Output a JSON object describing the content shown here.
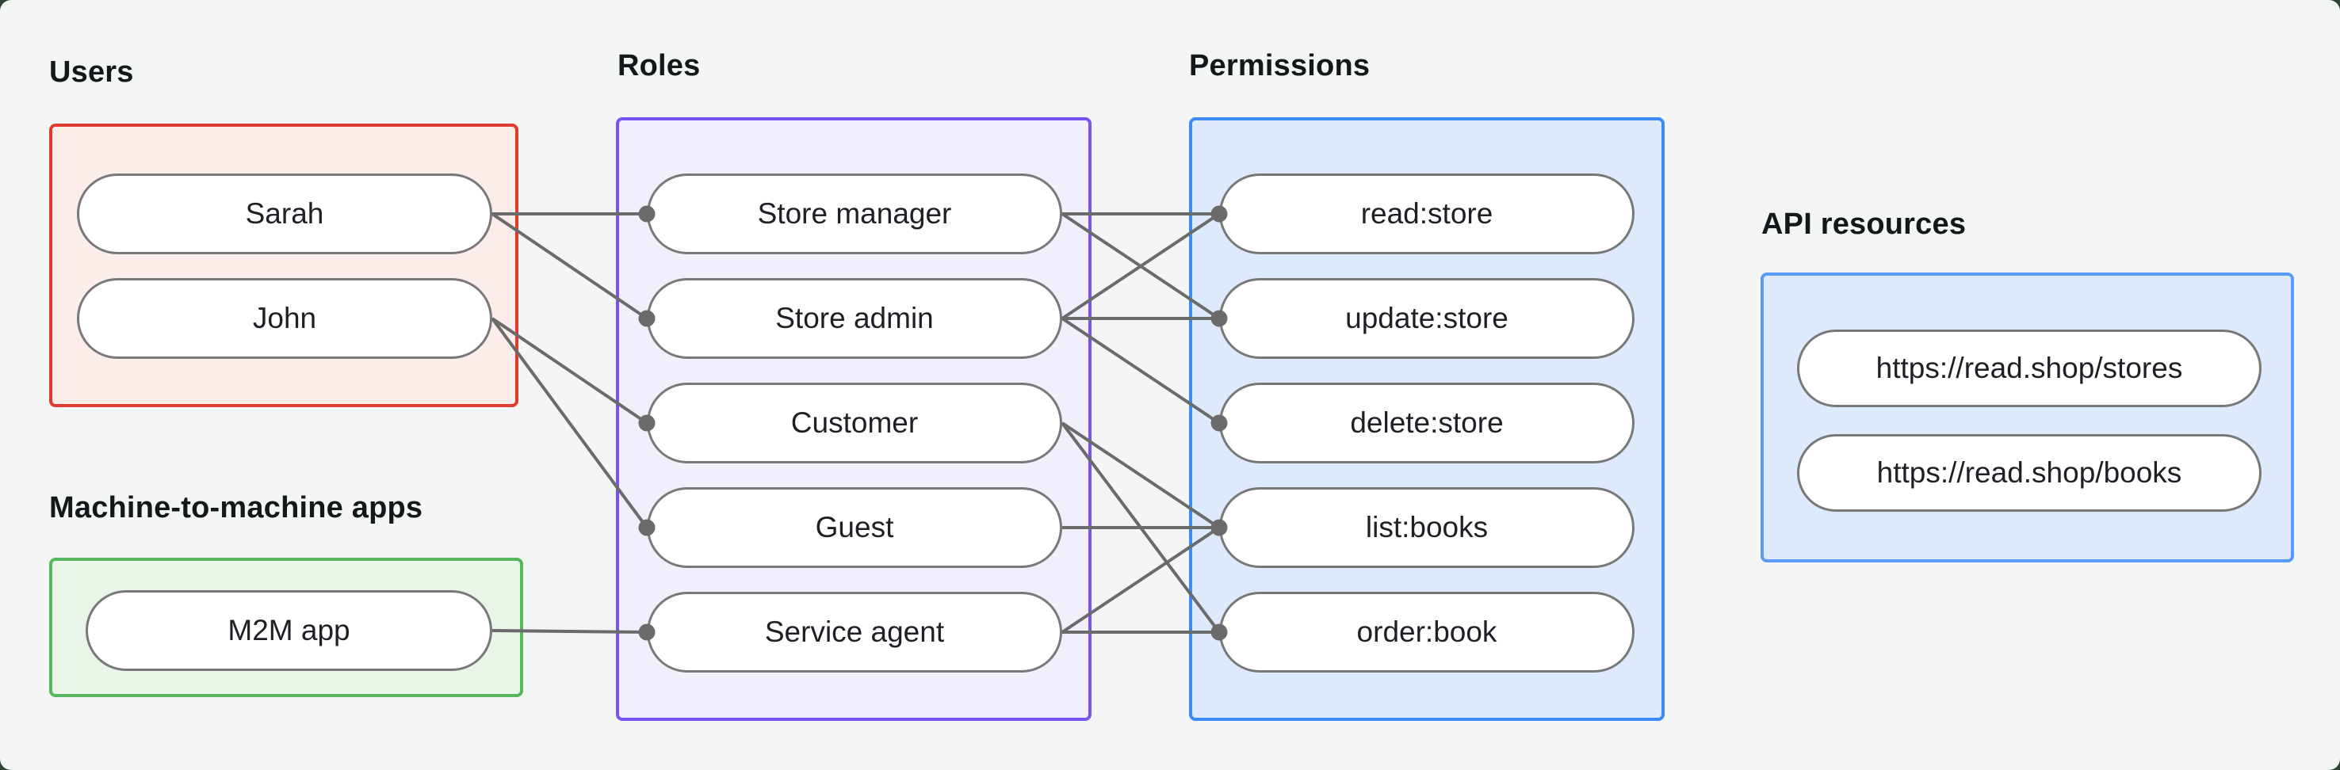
{
  "diagram": {
    "groups": [
      {
        "id": "users",
        "label": "Users",
        "border_color": "#e03b30",
        "fill_color": "#fcedeb",
        "nodes": [
          {
            "id": "sarah",
            "label": "Sarah"
          },
          {
            "id": "john",
            "label": "John"
          }
        ]
      },
      {
        "id": "m2m",
        "label": "Machine-to-machine apps",
        "border_color": "#57b65e",
        "fill_color": "#e9f5e9",
        "nodes": [
          {
            "id": "m2m-app",
            "label": "M2M app"
          }
        ]
      },
      {
        "id": "roles",
        "label": "Roles",
        "border_color": "#7a52f4",
        "fill_color": "#f3eefb",
        "nodes": [
          {
            "id": "store-manager",
            "label": "Store manager"
          },
          {
            "id": "store-admin",
            "label": "Store admin"
          },
          {
            "id": "customer",
            "label": "Customer"
          },
          {
            "id": "guest",
            "label": "Guest"
          },
          {
            "id": "service-agent",
            "label": "Service agent"
          }
        ]
      },
      {
        "id": "permissions",
        "label": "Permissions",
        "border_color": "#3d8bf5",
        "fill_color": "#dceafb",
        "nodes": [
          {
            "id": "read-store",
            "label": "read:store"
          },
          {
            "id": "update-store",
            "label": "update:store"
          },
          {
            "id": "delete-store",
            "label": "delete:store"
          },
          {
            "id": "list-books",
            "label": "list:books"
          },
          {
            "id": "order-book",
            "label": "order:book"
          }
        ]
      },
      {
        "id": "api",
        "label": "API resources",
        "border_color": "#5b9bf5",
        "fill_color": "#dceafb",
        "nodes": [
          {
            "id": "stores",
            "label": "https://read.shop/stores"
          },
          {
            "id": "books",
            "label": "https://read.shop/books"
          }
        ]
      }
    ],
    "edges": [
      [
        "sarah",
        "store-manager"
      ],
      [
        "sarah",
        "store-admin"
      ],
      [
        "john",
        "customer"
      ],
      [
        "john",
        "guest"
      ],
      [
        "m2m-app",
        "service-agent"
      ],
      [
        "store-manager",
        "read-store"
      ],
      [
        "store-manager",
        "update-store"
      ],
      [
        "store-admin",
        "read-store"
      ],
      [
        "store-admin",
        "update-store"
      ],
      [
        "store-admin",
        "delete-store"
      ],
      [
        "customer",
        "list-books"
      ],
      [
        "customer",
        "order-book"
      ],
      [
        "guest",
        "list-books"
      ],
      [
        "service-agent",
        "list-books"
      ],
      [
        "service-agent",
        "order-book"
      ]
    ],
    "colors": {
      "background": "#f4f6f5",
      "backdrop": "#2e4736",
      "line": "#6b6b6b",
      "connector_dot": "#6b6b6b",
      "pill_border": "#787878",
      "pill_fill": "#ffffff",
      "text": "#1d2025"
    }
  }
}
